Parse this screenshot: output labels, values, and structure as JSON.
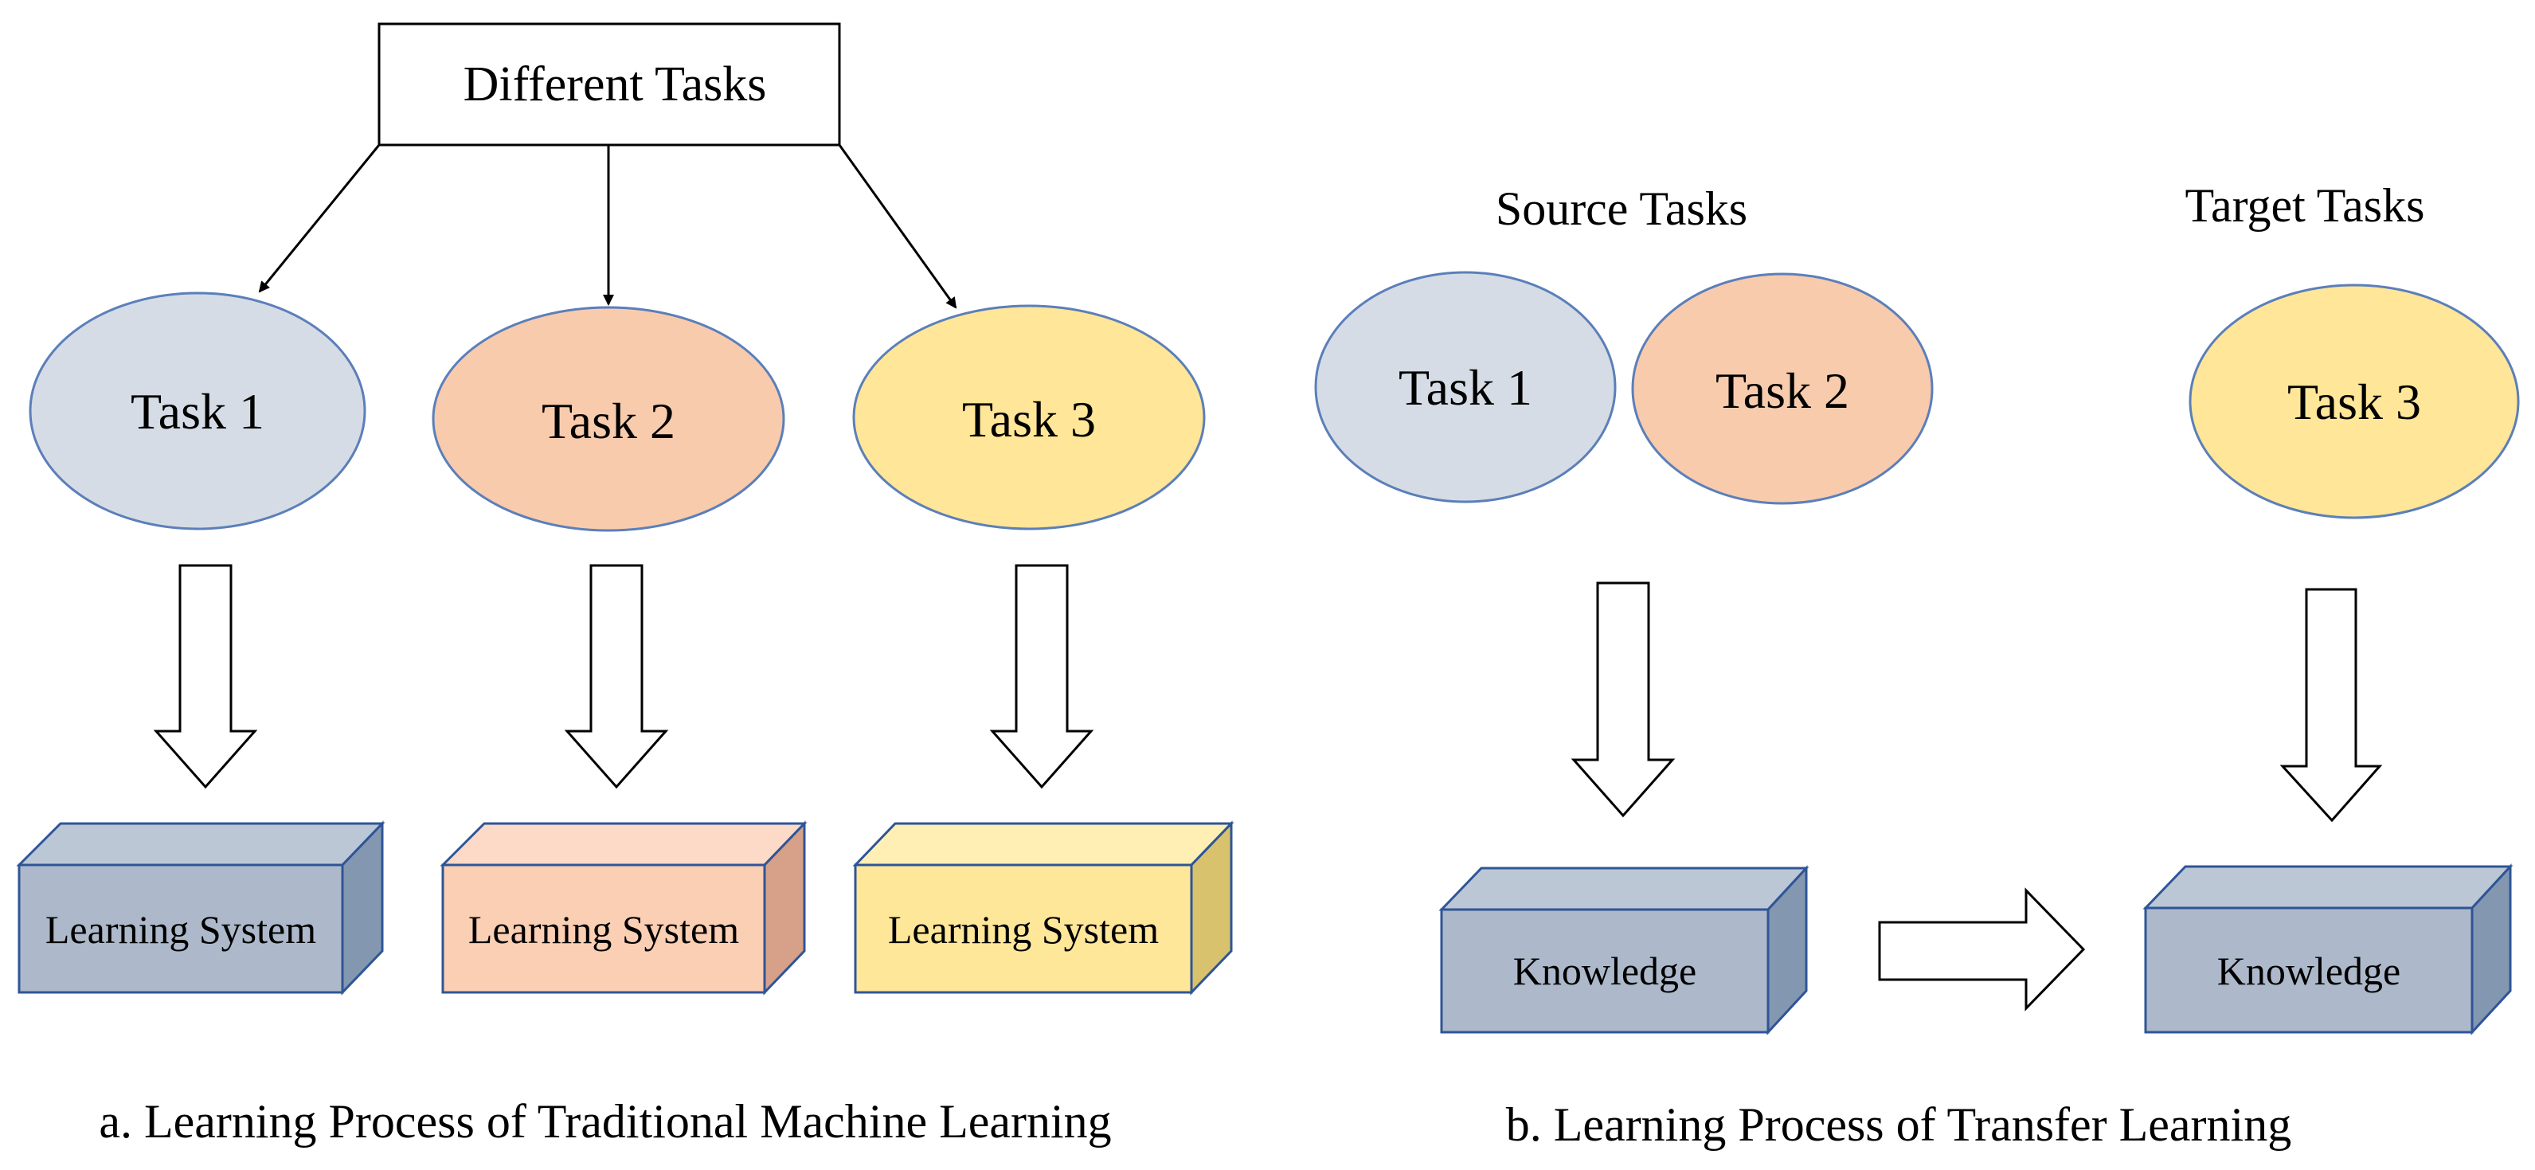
{
  "panel_a": {
    "header": "Different Tasks",
    "tasks": [
      "Task 1",
      "Task 2",
      "Task 3"
    ],
    "systems": [
      "Learning System",
      "Learning System",
      "Learning System"
    ],
    "caption": "a. Learning Process of Traditional Machine Learning"
  },
  "panel_b": {
    "source_label": "Source Tasks",
    "target_label": "Target Tasks",
    "source_tasks": [
      "Task 1",
      "Task 2"
    ],
    "target_task": "Task 3",
    "knowledge": [
      "Knowledge",
      "Knowledge"
    ],
    "caption": "b. Learning Process of Transfer Learning"
  },
  "colors": {
    "task1_fill": "#d6dce5",
    "task2_fill": "#f8cbad",
    "task3_fill": "#ffe699",
    "ellipse_stroke": "#5b7fba",
    "blue_box_front": "#adb9ca",
    "blue_box_top": "#bcc7d6",
    "blue_box_side": "#8497b0",
    "box_stroke": "#2f5597",
    "orange_box_front": "#fbcfb4",
    "orange_box_top": "#fcdac7",
    "orange_box_side": "#d6a089",
    "yellow_box_front": "#ffe79a",
    "yellow_box_top": "#ffefb5",
    "yellow_box_side": "#d9c26e"
  }
}
